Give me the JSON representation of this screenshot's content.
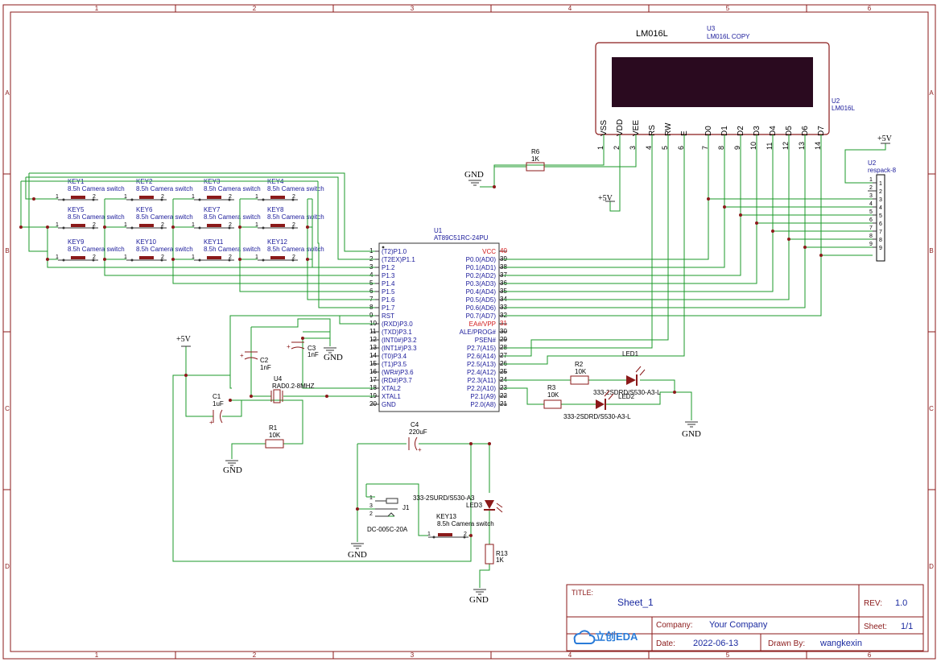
{
  "frame": {
    "columns": [
      "1",
      "2",
      "3",
      "4",
      "5",
      "6"
    ],
    "rows": [
      "A",
      "B",
      "C",
      "D"
    ]
  },
  "lcd": {
    "title": "LM016L",
    "ref_copy": "U3",
    "ref_copy_label": "LM016L COPY",
    "ref": "U2",
    "ref_label": "LM016L",
    "pins": [
      {
        "name": "VSS",
        "num": "1"
      },
      {
        "name": "VDD",
        "num": "2"
      },
      {
        "name": "VEE",
        "num": "3"
      },
      {
        "name": "RS",
        "num": "4"
      },
      {
        "name": "RW",
        "num": "5"
      },
      {
        "name": "E",
        "num": "6"
      },
      {
        "name": "D0",
        "num": "7"
      },
      {
        "name": "D1",
        "num": "8"
      },
      {
        "name": "D2",
        "num": "9"
      },
      {
        "name": "D3",
        "num": "10"
      },
      {
        "name": "D4",
        "num": "11"
      },
      {
        "name": "D5",
        "num": "12"
      },
      {
        "name": "D6",
        "num": "13"
      },
      {
        "name": "D7",
        "num": "14"
      }
    ],
    "screen_color": "#2a0a1f"
  },
  "respack": {
    "ref": "U2",
    "value": "respack-8",
    "power": "+5V",
    "pins": [
      "1",
      "2",
      "3",
      "4",
      "5",
      "6",
      "7",
      "8",
      "9"
    ]
  },
  "mcu": {
    "ref": "U1",
    "value": "AT89C51RC-24PU",
    "left_pins": [
      {
        "num": "1",
        "name": "(T2)P1.0"
      },
      {
        "num": "2",
        "name": "(T2EX)P1.1"
      },
      {
        "num": "3",
        "name": "P1.2"
      },
      {
        "num": "4",
        "name": "P1.3"
      },
      {
        "num": "5",
        "name": "P1.4"
      },
      {
        "num": "6",
        "name": "P1.5"
      },
      {
        "num": "7",
        "name": "P1.6"
      },
      {
        "num": "8",
        "name": "P1.7"
      },
      {
        "num": "9",
        "name": "RST"
      },
      {
        "num": "10",
        "name": "(RXD)P3.0"
      },
      {
        "num": "11",
        "name": "(TXD)P3.1"
      },
      {
        "num": "12",
        "name": "(INT0#)P3.2"
      },
      {
        "num": "13",
        "name": "(INT1#)P3.3"
      },
      {
        "num": "14",
        "name": "(T0)P3.4"
      },
      {
        "num": "15",
        "name": "(T1)P3.5"
      },
      {
        "num": "16",
        "name": "(WR#)P3.6"
      },
      {
        "num": "17",
        "name": "(RD#)P3.7"
      },
      {
        "num": "18",
        "name": "XTAL2"
      },
      {
        "num": "19",
        "name": "XTAL1"
      },
      {
        "num": "20",
        "name": "GND"
      }
    ],
    "right_pins": [
      {
        "num": "40",
        "name": "VCC",
        "red": true
      },
      {
        "num": "39",
        "name": "P0.0(AD0)"
      },
      {
        "num": "38",
        "name": "P0.1(AD1)"
      },
      {
        "num": "37",
        "name": "P0.2(AD2)"
      },
      {
        "num": "36",
        "name": "P0.3(AD3)"
      },
      {
        "num": "35",
        "name": "P0.4(AD4)"
      },
      {
        "num": "34",
        "name": "P0.5(AD5)"
      },
      {
        "num": "33",
        "name": "P0.6(AD6)"
      },
      {
        "num": "32",
        "name": "P0.7(AD7)"
      },
      {
        "num": "31",
        "name": "EA#/VPP",
        "red": true
      },
      {
        "num": "30",
        "name": "ALE/PROG#"
      },
      {
        "num": "29",
        "name": "PSEN#"
      },
      {
        "num": "28",
        "name": "P2.7(A15)"
      },
      {
        "num": "27",
        "name": "P2.6(A14)"
      },
      {
        "num": "26",
        "name": "P2.5(A13)"
      },
      {
        "num": "25",
        "name": "P2.4(A12)"
      },
      {
        "num": "24",
        "name": "P2.3(A11)"
      },
      {
        "num": "23",
        "name": "P2.2(A10)"
      },
      {
        "num": "22",
        "name": "P2.1(A9)"
      },
      {
        "num": "21",
        "name": "P2.0(A8)"
      }
    ]
  },
  "keys": {
    "value": "8.5h Camera switch",
    "pin1": "1",
    "pin2": "2",
    "refs": [
      "KEY1",
      "KEY2",
      "KEY3",
      "KEY4",
      "KEY5",
      "KEY6",
      "KEY7",
      "KEY8",
      "KEY9",
      "KEY10",
      "KEY11",
      "KEY12"
    ]
  },
  "parts": {
    "r6": {
      "ref": "R6",
      "value": "1K"
    },
    "r1": {
      "ref": "R1",
      "value": "10K"
    },
    "r2": {
      "ref": "R2",
      "value": "10K"
    },
    "r3": {
      "ref": "R3",
      "value": "10K"
    },
    "r13": {
      "ref": "R13",
      "value": "1K"
    },
    "c1": {
      "ref": "C1",
      "value": "1uF"
    },
    "c2": {
      "ref": "C2",
      "value": "1nF"
    },
    "c3": {
      "ref": "C3",
      "value": "1nF"
    },
    "c4": {
      "ref": "C4",
      "value": "220uF"
    },
    "u4": {
      "ref": "U4",
      "value": "RAD0.2-8MHZ"
    },
    "led1": {
      "ref": "LED1",
      "value": "333-2SDRD/S530-A3-L"
    },
    "led2": {
      "ref": "LED2",
      "value": "333-2SDRD/S530-A3-L"
    },
    "led3": {
      "ref": "LED3",
      "value": "333-2SURD/S530-A3"
    },
    "j1": {
      "ref": "J1",
      "value": "DC-005C-20A",
      "pins": [
        "1",
        "3",
        "2"
      ]
    },
    "key13": {
      "ref": "KEY13",
      "value": "8.5h Camera switch",
      "pin1": "1",
      "pin2": "2"
    }
  },
  "nets": {
    "gnd": "GND",
    "vcc": "+5V"
  },
  "title_block": {
    "title_label": "TITLE:",
    "title": "Sheet_1",
    "rev_label": "REV:",
    "rev": "1.0",
    "company_label": "Company:",
    "company": "Your Company",
    "sheet_label": "Sheet:",
    "sheet": "1/1",
    "date_label": "Date:",
    "date": "2022-06-13",
    "drawn_label": "Drawn By:",
    "drawn_by": "wangkexin",
    "logo_text": "立创EDA"
  },
  "colors": {
    "frame": "#8b1a1a",
    "wire": "#1b9a2a",
    "label_blue": "#1a1a9a",
    "pin_red": "#d11a1a",
    "title_text": "#1a2aa0"
  }
}
